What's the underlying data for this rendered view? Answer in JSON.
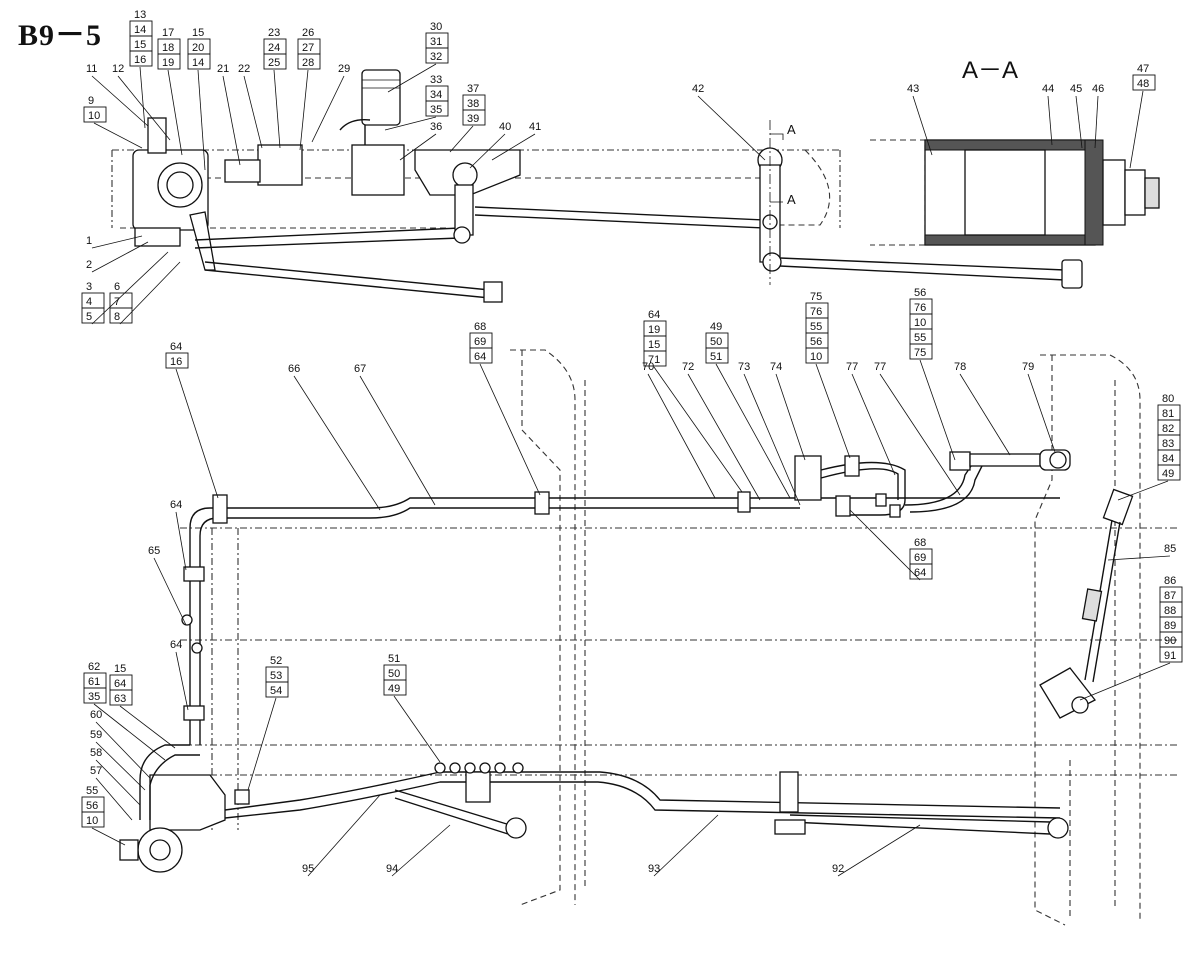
{
  "title": "B9－5",
  "section_label": "A－A",
  "section_marks": [
    "A",
    "A"
  ],
  "callouts": [
    {
      "lines": [
        "13",
        "14",
        "15",
        "16"
      ]
    },
    {
      "lines": [
        "17",
        "18",
        "19"
      ]
    },
    {
      "lines": [
        "15",
        "20",
        "14"
      ]
    },
    {
      "lines": [
        "11"
      ]
    },
    {
      "lines": [
        "12"
      ]
    },
    {
      "lines": [
        "9",
        "10"
      ]
    },
    {
      "lines": [
        "21"
      ]
    },
    {
      "lines": [
        "22"
      ]
    },
    {
      "lines": [
        "23",
        "24",
        "25"
      ]
    },
    {
      "lines": [
        "26",
        "27",
        "28"
      ]
    },
    {
      "lines": [
        "29"
      ]
    },
    {
      "lines": [
        "30",
        "31",
        "32"
      ]
    },
    {
      "lines": [
        "33",
        "34",
        "35"
      ]
    },
    {
      "lines": [
        "36"
      ]
    },
    {
      "lines": [
        "37",
        "38",
        "39"
      ]
    },
    {
      "lines": [
        "40"
      ]
    },
    {
      "lines": [
        "41"
      ]
    },
    {
      "lines": [
        "42"
      ]
    },
    {
      "lines": [
        "1"
      ]
    },
    {
      "lines": [
        "2"
      ]
    },
    {
      "lines": [
        "3",
        "4",
        "5"
      ]
    },
    {
      "lines": [
        "6",
        "7",
        "8"
      ]
    },
    {
      "lines": [
        "43"
      ]
    },
    {
      "lines": [
        "44"
      ]
    },
    {
      "lines": [
        "45"
      ]
    },
    {
      "lines": [
        "46"
      ]
    },
    {
      "lines": [
        "47",
        "48"
      ]
    },
    {
      "lines": [
        "64",
        "16"
      ]
    },
    {
      "lines": [
        "66"
      ]
    },
    {
      "lines": [
        "67"
      ]
    },
    {
      "lines": [
        "68",
        "69",
        "64"
      ]
    },
    {
      "lines": [
        "64",
        "19",
        "15",
        "71"
      ]
    },
    {
      "lines": [
        "70"
      ]
    },
    {
      "lines": [
        "72"
      ]
    },
    {
      "lines": [
        "49",
        "50",
        "51"
      ]
    },
    {
      "lines": [
        "73"
      ]
    },
    {
      "lines": [
        "74"
      ]
    },
    {
      "lines": [
        "75",
        "76",
        "55",
        "56",
        "10"
      ]
    },
    {
      "lines": [
        "77"
      ]
    },
    {
      "lines": [
        "77"
      ]
    },
    {
      "lines": [
        "56",
        "76",
        "10",
        "55",
        "75"
      ]
    },
    {
      "lines": [
        "78"
      ]
    },
    {
      "lines": [
        "79"
      ]
    },
    {
      "lines": [
        "80",
        "81",
        "82",
        "83",
        "84",
        "49"
      ]
    },
    {
      "lines": [
        "85"
      ]
    },
    {
      "lines": [
        "86",
        "87",
        "88",
        "89",
        "90",
        "91"
      ]
    },
    {
      "lines": [
        "68",
        "69",
        "64"
      ]
    },
    {
      "lines": [
        "64"
      ]
    },
    {
      "lines": [
        "65"
      ]
    },
    {
      "lines": [
        "64"
      ]
    },
    {
      "lines": [
        "15",
        "64",
        "63"
      ]
    },
    {
      "lines": [
        "62",
        "61",
        "35"
      ]
    },
    {
      "lines": [
        "60"
      ]
    },
    {
      "lines": [
        "59"
      ]
    },
    {
      "lines": [
        "58"
      ]
    },
    {
      "lines": [
        "57"
      ]
    },
    {
      "lines": [
        "55",
        "56",
        "10"
      ]
    },
    {
      "lines": [
        "52",
        "53",
        "54"
      ]
    },
    {
      "lines": [
        "51",
        "50",
        "49"
      ]
    },
    {
      "lines": [
        "95"
      ]
    },
    {
      "lines": [
        "94"
      ]
    },
    {
      "lines": [
        "93"
      ]
    },
    {
      "lines": [
        "92"
      ]
    }
  ]
}
